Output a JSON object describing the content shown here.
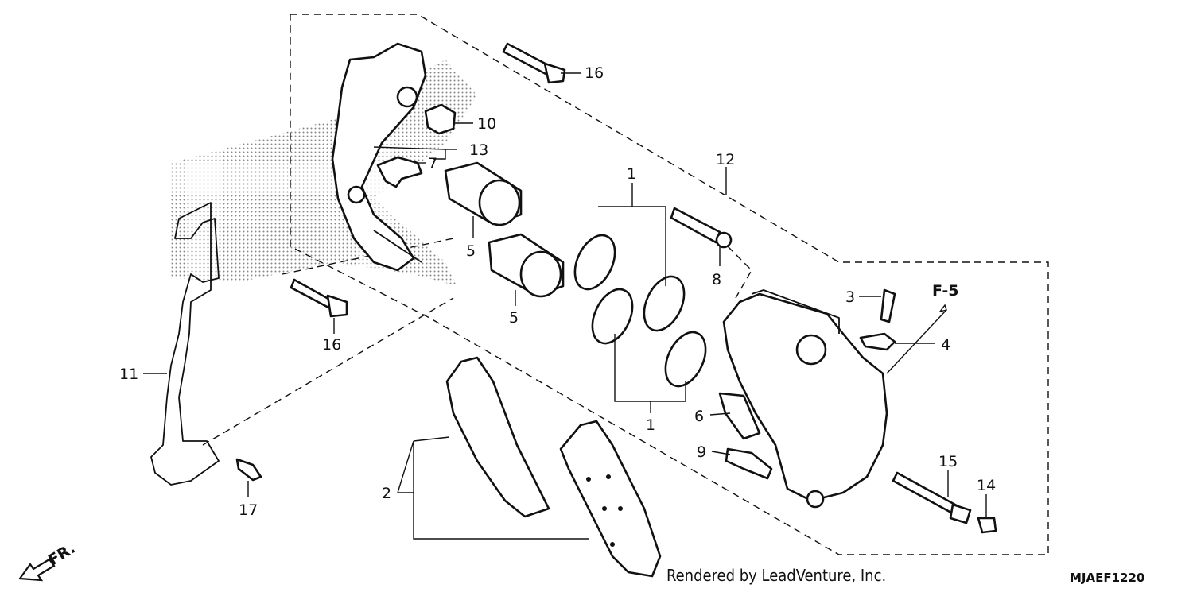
{
  "diagram": {
    "callouts": {
      "c1a": "1",
      "c1b": "1",
      "c2": "2",
      "c3": "3",
      "c4": "4",
      "c5a": "5",
      "c5b": "5",
      "c6": "6",
      "c7": "7",
      "c8": "8",
      "c9": "9",
      "c10": "10",
      "c11": "11",
      "c12": "12",
      "c13": "13",
      "c14": "14",
      "c15": "15",
      "c16a": "16",
      "c16b": "16",
      "c17": "17"
    },
    "reference_label": "F-5",
    "direction_label": "FR.",
    "footer": {
      "credit": "Rendered by LeadVenture, Inc.",
      "diagram_code": "MJAEF1220"
    }
  }
}
